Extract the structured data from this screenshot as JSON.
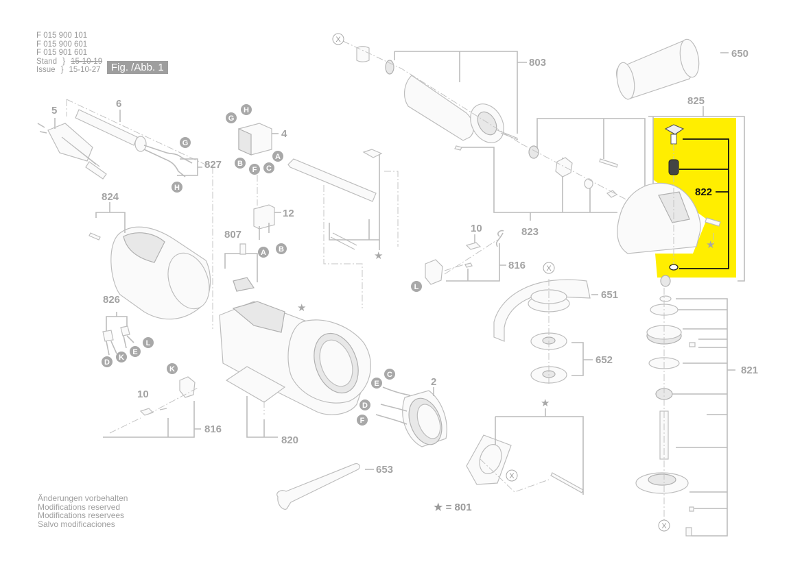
{
  "header": {
    "part_numbers": [
      "F 015 900 101",
      "F 015 900 601",
      "F 015 901 601"
    ],
    "stand_label": "Stand",
    "issue_label": "Issue",
    "stand_date": "15-10-19",
    "issue_date": "15-10-27",
    "figure_label": "Fig. /Abb. 1"
  },
  "footer": {
    "notes": [
      "Änderungen vorbehalten",
      "Modifications reserved",
      "Modifications reservees",
      "Salvo modificaciones"
    ]
  },
  "legend": {
    "star_meaning": "★ = 801"
  },
  "colors": {
    "highlight": "#FFEE00",
    "line": "#bcbcbc",
    "label": "#a3a3a3",
    "highlight_label": "#111111"
  },
  "part_labels": {
    "p5": "5",
    "p6": "6",
    "p4": "4",
    "p827": "827",
    "p824": "824",
    "p12": "12",
    "p807": "807",
    "p826": "826",
    "p10a": "10",
    "p816a": "816",
    "p820": "820",
    "p2": "2",
    "p653": "653",
    "p803": "803",
    "p823": "823",
    "p10b": "10",
    "p816b": "816",
    "p651": "651",
    "p652": "652",
    "p650": "650",
    "p825": "825",
    "p822": "822",
    "p821": "821"
  },
  "connector_labels": {
    "g1": "G",
    "h1": "H",
    "g2": "G",
    "h2": "H",
    "a1": "A",
    "b1": "B",
    "c1": "C",
    "f1": "F",
    "a2": "A",
    "b2": "B",
    "d1": "D",
    "k1": "K",
    "e1": "E",
    "l1": "L",
    "k2": "K",
    "l2": "L",
    "c2": "C",
    "e2": "E",
    "d2": "D",
    "f2": "F"
  },
  "x_markers": [
    "X",
    "X",
    "X",
    "X"
  ]
}
